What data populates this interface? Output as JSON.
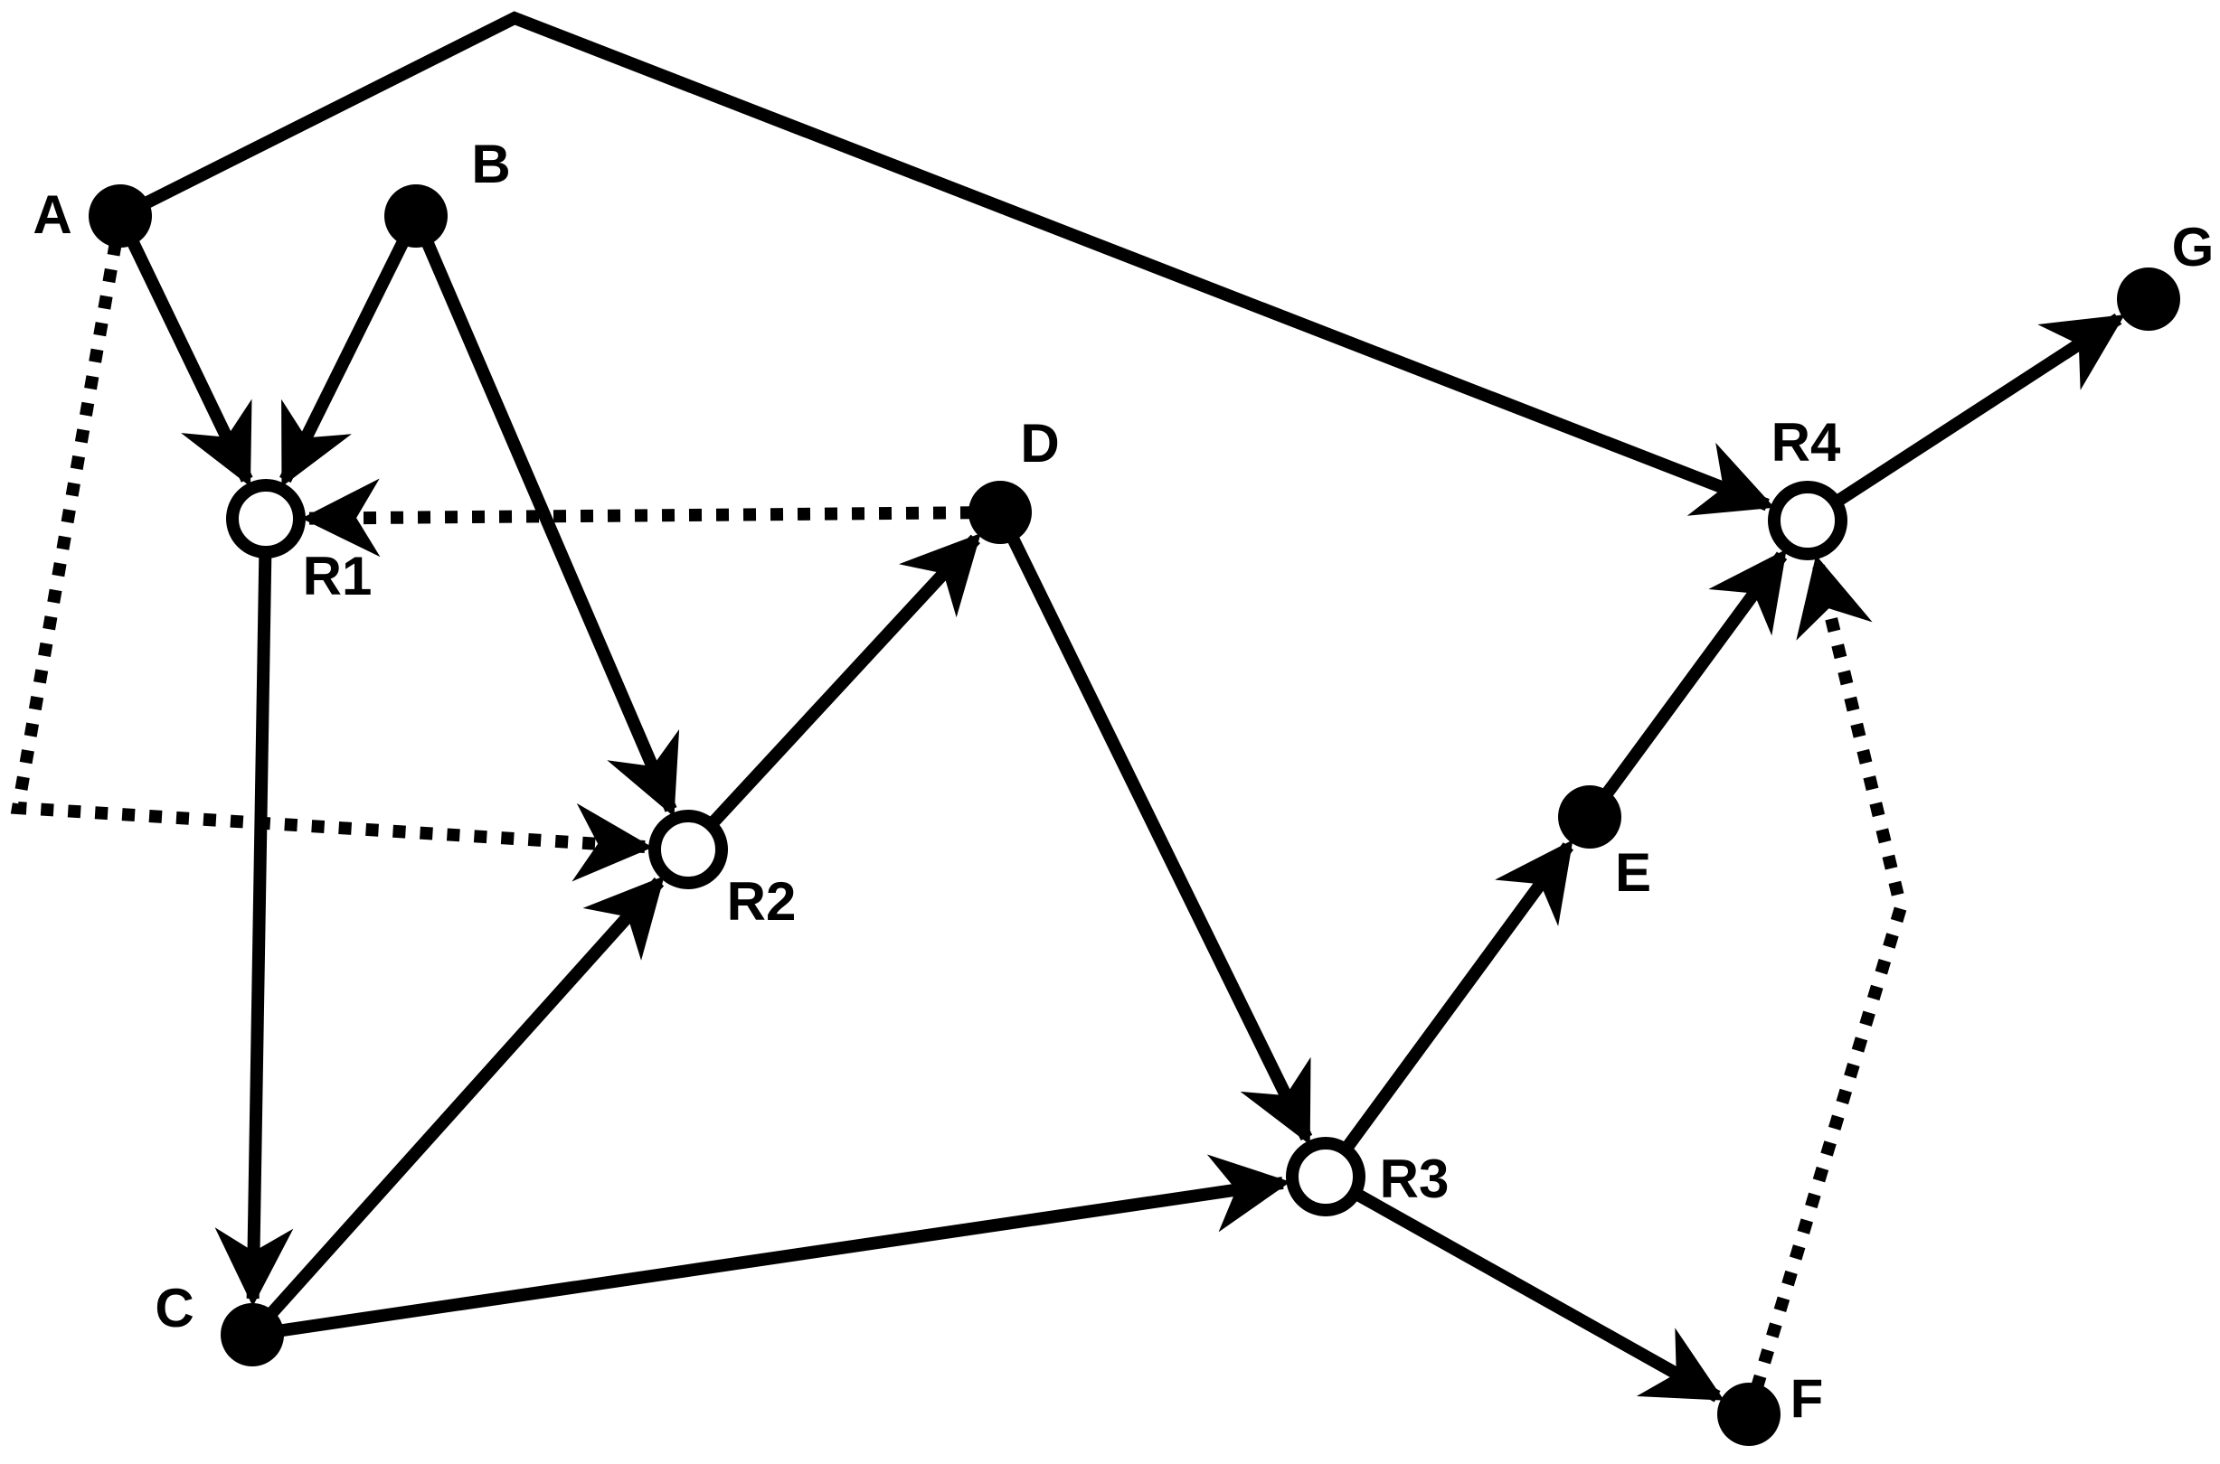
{
  "colors": {
    "stroke": "#000000",
    "background": "#ffffff",
    "ring_fill": "#ffffff"
  },
  "nodes": [
    {
      "id": "A",
      "label": "A",
      "kind": "filled"
    },
    {
      "id": "B",
      "label": "B",
      "kind": "filled"
    },
    {
      "id": "C",
      "label": "C",
      "kind": "filled"
    },
    {
      "id": "D",
      "label": "D",
      "kind": "filled"
    },
    {
      "id": "E",
      "label": "E",
      "kind": "filled"
    },
    {
      "id": "F",
      "label": "F",
      "kind": "filled"
    },
    {
      "id": "G",
      "label": "G",
      "kind": "filled"
    },
    {
      "id": "R1",
      "label": "R1",
      "kind": "ring"
    },
    {
      "id": "R2",
      "label": "R2",
      "kind": "ring"
    },
    {
      "id": "R3",
      "label": "R3",
      "kind": "ring"
    },
    {
      "id": "R4",
      "label": "R4",
      "kind": "ring"
    }
  ],
  "edges": [
    {
      "from": "A",
      "to": "R1",
      "style": "solid"
    },
    {
      "from": "B",
      "to": "R1",
      "style": "solid"
    },
    {
      "from": "B",
      "to": "R2",
      "style": "solid"
    },
    {
      "from": "A",
      "to": "R4",
      "style": "solid"
    },
    {
      "from": "A",
      "to": "R2",
      "style": "dashed"
    },
    {
      "from": "D",
      "to": "R1",
      "style": "dashed"
    },
    {
      "from": "R1",
      "to": "C",
      "style": "solid"
    },
    {
      "from": "C",
      "to": "R2",
      "style": "solid"
    },
    {
      "from": "R2",
      "to": "D",
      "style": "solid"
    },
    {
      "from": "D",
      "to": "R3",
      "style": "solid"
    },
    {
      "from": "C",
      "to": "R3",
      "style": "solid"
    },
    {
      "from": "R3",
      "to": "E",
      "style": "solid"
    },
    {
      "from": "E",
      "to": "R4",
      "style": "solid"
    },
    {
      "from": "R3",
      "to": "F",
      "style": "solid"
    },
    {
      "from": "F",
      "to": "R4",
      "style": "dashed"
    },
    {
      "from": "R4",
      "to": "G",
      "style": "solid"
    }
  ]
}
